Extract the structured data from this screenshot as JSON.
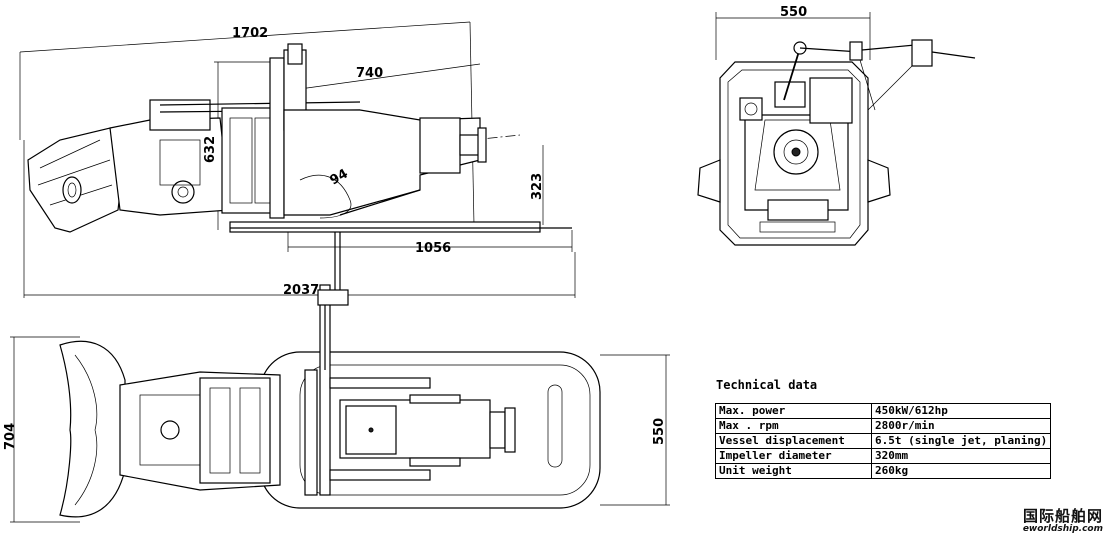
{
  "dimensions": {
    "side_length": "1702",
    "side_shaft": "740",
    "side_height": "632",
    "side_angle": "94",
    "side_center_height": "323",
    "side_base": "1056",
    "overall_length": "2037",
    "front_width": "550",
    "top_width": "704",
    "top_length": "550"
  },
  "technical": {
    "title": "Technical data",
    "rows": [
      {
        "label": "Max. power",
        "value": "450kW/612hp"
      },
      {
        "label": "Max . rpm",
        "value": "2800r/min"
      },
      {
        "label": "Vessel displacement",
        "value": "6.5t (single jet, planing)"
      },
      {
        "label": "Impeller diameter",
        "value": "320mm"
      },
      {
        "label": "Unit weight",
        "value": "260kg"
      }
    ]
  },
  "watermark": {
    "cn": "国际船舶网",
    "en": "eworldship.com"
  }
}
